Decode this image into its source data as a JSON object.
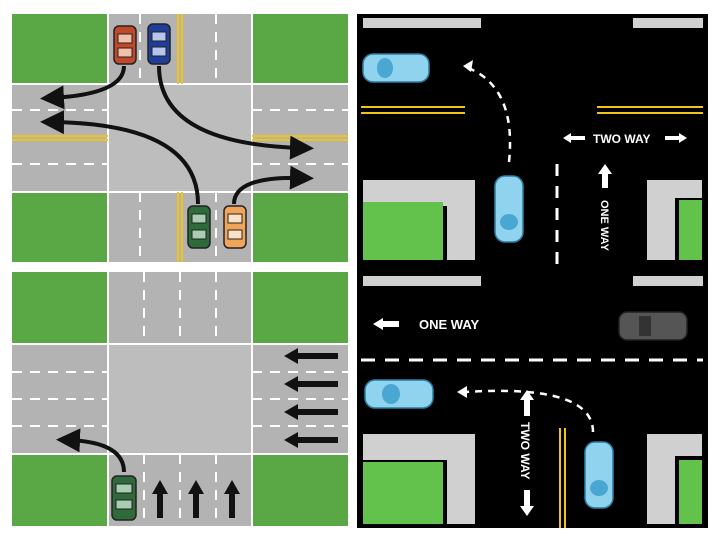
{
  "colors": {
    "grass": "#5aa845",
    "road": "#b3b3b3",
    "intersection": "#bdbdbd",
    "asphalt_dark": "#000000",
    "curb": "#d0d0d0",
    "yellow_line": "#f0c419",
    "white_line": "#ffffff",
    "arrow": "#111111",
    "car_blue_light": "#8fd3ee",
    "car_red": "#c0492b",
    "car_navy": "#1f3d9b",
    "car_green": "#2e6b3a",
    "car_orange": "#f0a55a",
    "car_gray": "#555555"
  },
  "panels": {
    "top_right": {
      "two_way_label": "TWO WAY",
      "one_way_label": "ONE WAY"
    },
    "bottom_right": {
      "one_way_label": "ONE WAY",
      "two_way_label": "TWO WAY"
    }
  },
  "icons": {
    "turn_path": "dashed-turn-arrow",
    "direction_arrow": "solid-direction-arrow"
  }
}
